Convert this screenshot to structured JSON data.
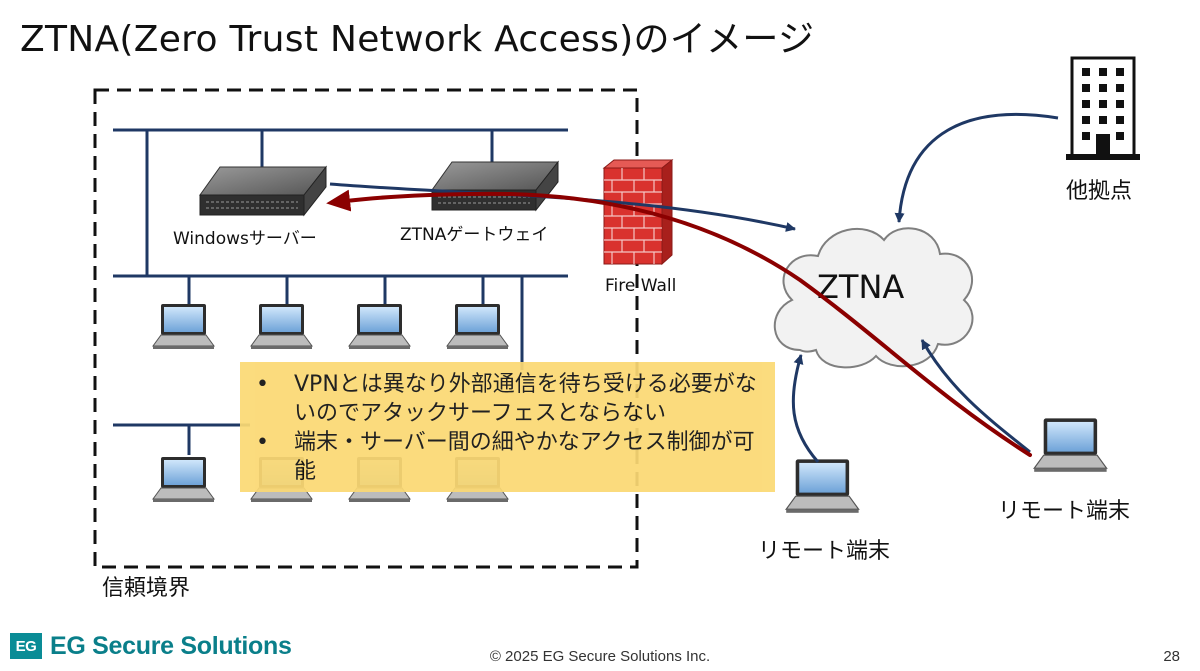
{
  "title": "ZTNA(Zero Trust Network Access)のイメージ",
  "diagram": {
    "trust_boundary_label": "信頼境界",
    "windows_server_label": "Windowsサーバー",
    "ztna_gateway_label": "ZTNAゲートウェイ",
    "firewall_label": "Fire Wall",
    "cloud_label": "ZTNA",
    "branch_label": "他拠点",
    "remote_terminal_label_1": "リモート端末",
    "remote_terminal_label_2": "リモート端末"
  },
  "callout": {
    "bullets": [
      "VPNとは異なり外部通信を待ち受ける必要がないのでアタックサーフェスとならない",
      "端末・サーバー間の細やかなアクセス制御が可能"
    ],
    "bullet_symbol": "•"
  },
  "footer": {
    "logo_mark": "EG",
    "logo_text": "EG Secure Solutions",
    "copyright": "© 2025 EG Secure Solutions Inc.",
    "page_number": "28"
  },
  "colors": {
    "network_line": "#1f3864",
    "arrow_blue": "#1f3864",
    "arrow_red": "#8b0000",
    "firewall": "#d9322e",
    "callout_bg": "#fbd974",
    "logo": "#0a8c96"
  },
  "icons": {
    "server": "server-icon",
    "gateway": "gateway-icon",
    "firewall": "firewall-icon",
    "cloud": "cloud-icon",
    "building": "building-icon",
    "laptop": "laptop-icon"
  }
}
